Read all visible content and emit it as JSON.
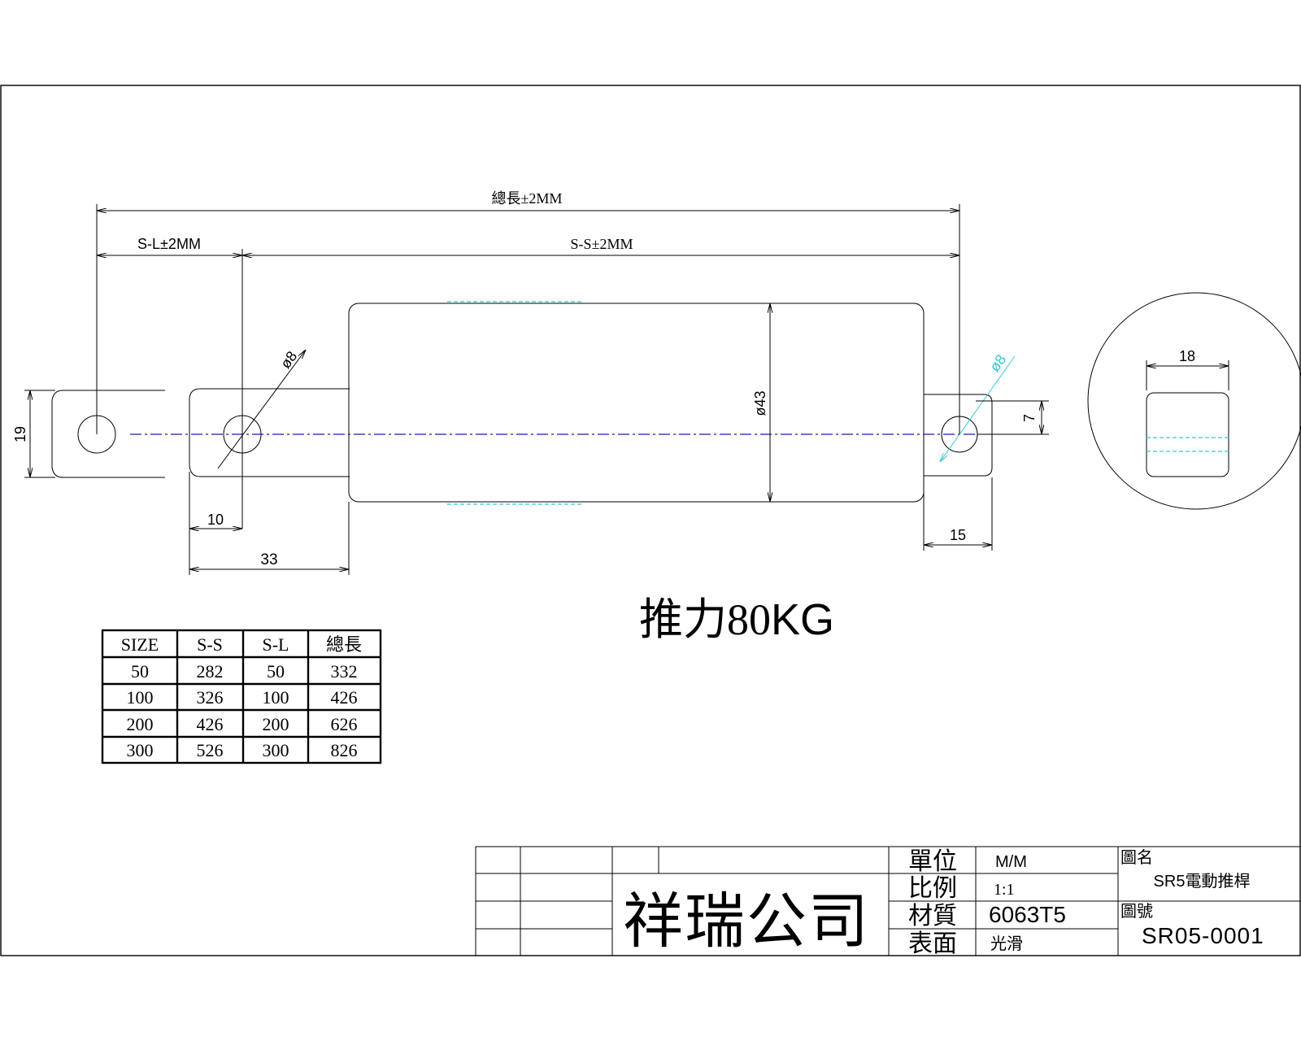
{
  "dimensions": {
    "total_length": "總長±2MM",
    "sl": "S-L±2MM",
    "ss": "S-S±2MM",
    "dia_rod": "ø8",
    "dia_body": "ø43",
    "dia_rear": "ø8",
    "width_19": "19",
    "width_7": "7",
    "d10": "10",
    "d33": "33",
    "d15": "15",
    "d18": "18"
  },
  "thrust_label": {
    "main": "推力80",
    "unit": "KG"
  },
  "size_table": {
    "headers": [
      "SIZE",
      "S-S",
      "S-L",
      "總長"
    ],
    "rows": [
      [
        "50",
        "282",
        "50",
        "332"
      ],
      [
        "100",
        "326",
        "100",
        "426"
      ],
      [
        "200",
        "426",
        "200",
        "626"
      ],
      [
        "300",
        "526",
        "300",
        "826"
      ]
    ]
  },
  "title_block": {
    "company": "祥瑞公司",
    "labels": {
      "unit": "單位",
      "scale": "比例",
      "material": "材質",
      "surface": "表面",
      "drawing_name": "圖名",
      "drawing_no": "圖號"
    },
    "values": {
      "unit": "M/M",
      "scale": "1:1",
      "material": "6063T5",
      "surface": "光滑",
      "drawing_name": "SR5電動推桿",
      "drawing_no": "SR05-0001"
    }
  }
}
